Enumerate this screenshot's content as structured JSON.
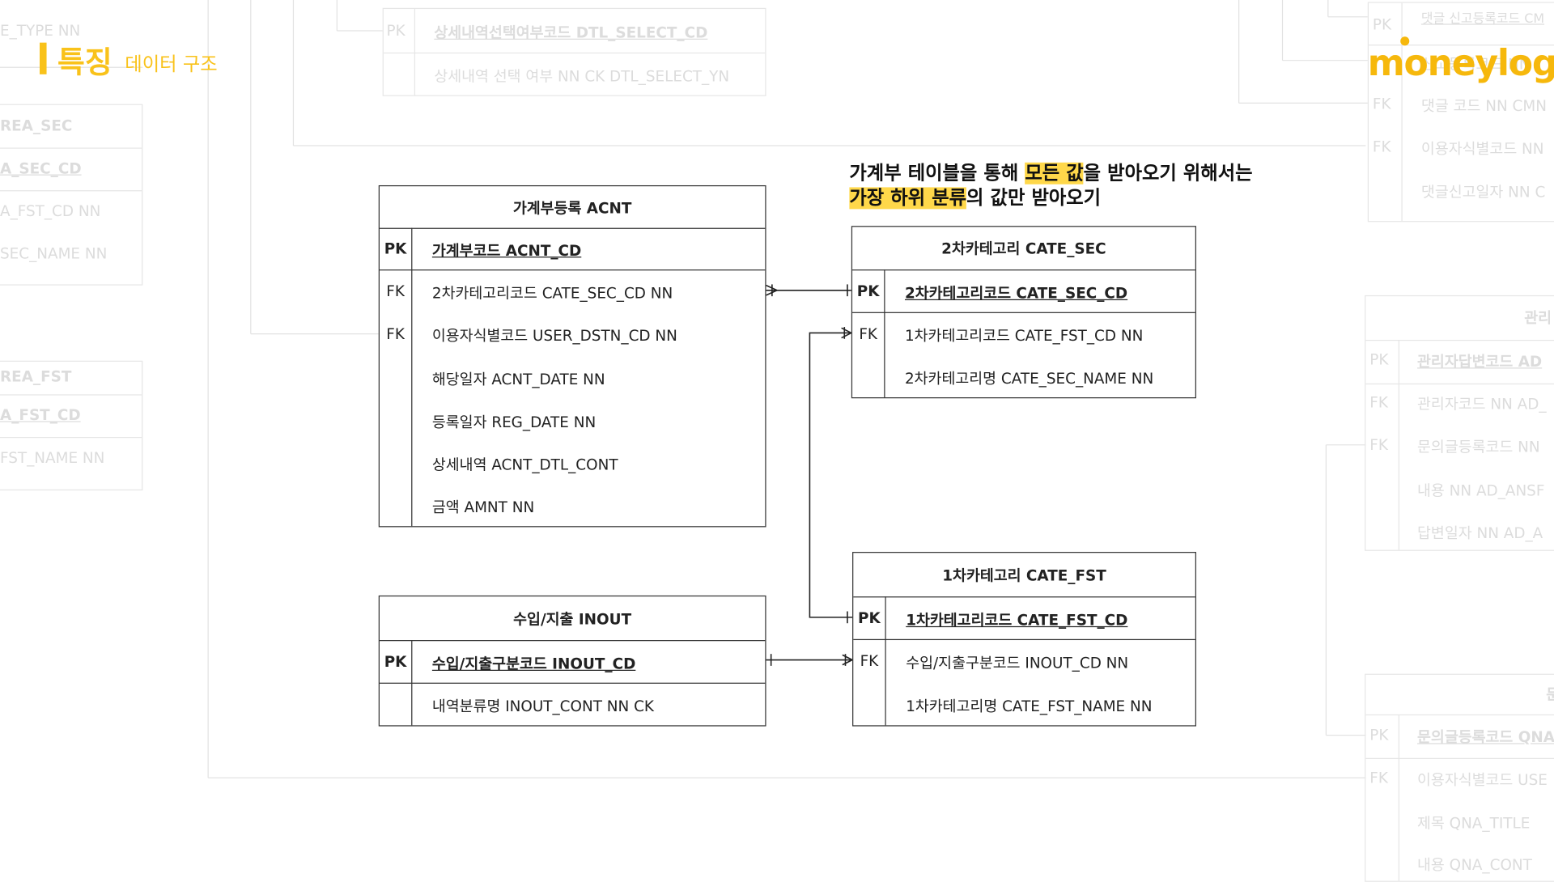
{
  "header": {
    "title": "특징",
    "subtitle": "데이터 구조"
  },
  "logo": {
    "text": "moneylog"
  },
  "note": {
    "line1_parts": [
      "가계부 테이블을 통해 ",
      "모든 값",
      "을 받아오기 위해서는"
    ],
    "line2_parts": [
      "가장 하위 분류",
      "의 값만 받아오기"
    ]
  },
  "tables": {
    "acnt": {
      "title": "가계부등록 ACNT",
      "rows": [
        {
          "key": "PK",
          "field": "가계부코드 ACNT_CD"
        },
        {
          "key": "FK",
          "field": "2차카테고리코드 CATE_SEC_CD NN"
        },
        {
          "key": "FK",
          "field": "이용자식별코드 USER_DSTN_CD  NN"
        },
        {
          "key": "",
          "field": "해당일자 ACNT_DATE NN"
        },
        {
          "key": "",
          "field": "등록일자 REG_DATE NN"
        },
        {
          "key": "",
          "field": "상세내역 ACNT_DTL_CONT"
        },
        {
          "key": "",
          "field": "금액 AMNT NN"
        }
      ]
    },
    "cate_sec": {
      "title": "2차카테고리 CATE_SEC",
      "rows": [
        {
          "key": "PK",
          "field": "2차카테고리코드 CATE_SEC_CD"
        },
        {
          "key": "FK",
          "field": "1차카테고리코드 CATE_FST_CD NN"
        },
        {
          "key": "",
          "field": "2차카테고리명 CATE_SEC_NAME NN"
        }
      ]
    },
    "inout": {
      "title": "수입/지출 INOUT",
      "rows": [
        {
          "key": "PK",
          "field": "수입/지출구분코드 INOUT_CD"
        },
        {
          "key": "",
          "field": "내역분류명 INOUT_CONT  NN CK"
        }
      ]
    },
    "cate_fst": {
      "title": "1차카테고리 CATE_FST",
      "rows": [
        {
          "key": "PK",
          "field": "1차카테고리코드 CATE_FST_CD"
        },
        {
          "key": "FK",
          "field": "수입/지출구분코드 INOUT_CD  NN"
        },
        {
          "key": "",
          "field": "1차카테고리명 CATE_FST_NAME NN"
        }
      ]
    }
  },
  "ghost": {
    "left_top": "E_TYPE NN",
    "left_a": [
      "REA_SEC",
      "A_SEC_CD",
      "A_FST_CD NN",
      "SEC_NAME NN"
    ],
    "left_b": [
      "REA_FST",
      "A_FST_CD",
      "FST_NAME NN"
    ],
    "top_mid": [
      {
        "key": "PK",
        "field": "상세내역선택여부코드 DTL_SELECT_CD"
      },
      {
        "key": "",
        "field": "상세내역 선택 여부 NN CK  DTL_SELECT_YN"
      }
    ],
    "right_top": [
      {
        "key": "PK",
        "field": "댓글 신고등록코드 CM"
      },
      {
        "key": "",
        "field": "신고등록코드 NN"
      },
      {
        "key": "FK",
        "field": "댓글 코드 NN CMN"
      },
      {
        "key": "FK",
        "field": "이용자식별코드 NN"
      },
      {
        "key": "",
        "field": "댓글신고일자 NN C"
      }
    ],
    "right_mid_title": "관리",
    "right_mid": [
      {
        "key": "PK",
        "field": "관리자답변코드 AD"
      },
      {
        "key": "FK",
        "field": "관리자코드 NN AD_"
      },
      {
        "key": "FK",
        "field": "문의글등록코드  NN"
      },
      {
        "key": "",
        "field": "내용  NN AD_ANSF"
      },
      {
        "key": "",
        "field": "답변일자  NN AD_A"
      }
    ],
    "right_bot_title": "문",
    "right_bot": [
      {
        "key": "PK",
        "field": "문의글등록코드 QNA"
      },
      {
        "key": "FK",
        "field": "이용자식별코드 USE"
      },
      {
        "key": "",
        "field": "제목 QNA_TITLE"
      },
      {
        "key": "",
        "field": "내용 QNA_CONT"
      }
    ]
  },
  "colors": {
    "accent": "#f9c21a",
    "logo": "#f6b80c",
    "highlight": "#ffd84a"
  }
}
